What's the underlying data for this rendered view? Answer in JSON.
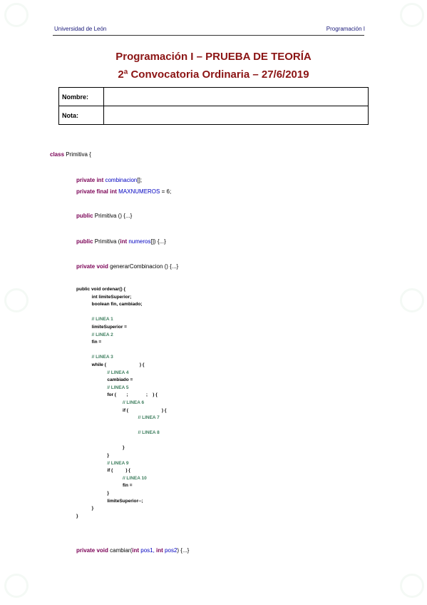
{
  "header": {
    "left": "Universidad de León",
    "right": "Programación I"
  },
  "title": {
    "line1": "Programación I – PRUEBA DE TEORÍA",
    "line2": "2ª Convocatoria Ordinaria – 27/6/2019"
  },
  "info_table": {
    "name_label": "Nombre:",
    "name_value": "",
    "grade_label": "Nota:",
    "grade_value": ""
  },
  "code": {
    "class_kw": "class",
    "class_decl": " Primitiva {",
    "field1_mod": "private int",
    "field1_name": "combinacion",
    "field1_rest": "[];",
    "field2_mod": "private final int",
    "field2_name": "MAXNUMEROS",
    "field2_rest": " = 6;",
    "ctor1_kw": "public",
    "ctor1_rest": " Primitiva () {...}",
    "ctor2_kw": "public",
    "ctor2_mid": " Primitiva (",
    "ctor2_type": "int",
    "ctor2_param": " numeros",
    "ctor2_rest": "[]) {...}",
    "gen_kw": "private void",
    "gen_rest": " generarCombinacion () {...}",
    "ordenar": [
      "public void ordenar() {",
      "            int limiteSuperior;",
      "            boolean fin, cambiado;",
      "",
      "            // LINEA 1",
      "            limiteSuperior =",
      "            // LINEA 2",
      "            fin =",
      "",
      "            // LINEA 3",
      "            while (                          ) {",
      "                        // LINEA 4",
      "                        cambiado =",
      "                        // LINEA 5",
      "                        for (        ;              ;    ) {",
      "                                    // LINEA 6",
      "                                    if (                          ) {",
      "                                                // LINEA 7",
      "",
      "                                                // LINEA 8",
      "",
      "                                    }",
      "                        }",
      "                        // LINEA 9",
      "                        if (          ) {",
      "                                    // LINEA 10",
      "                                    fin =",
      "                        }",
      "                        limiteSuperior--;",
      "            }",
      "}"
    ],
    "cambiar_kw": "private void",
    "cambiar_mid": " cambiar(",
    "cambiar_t1": "int",
    "cambiar_p1": " pos1, ",
    "cambiar_t2": "int",
    "cambiar_p2": " pos2",
    "cambiar_rest": ") {...}"
  }
}
